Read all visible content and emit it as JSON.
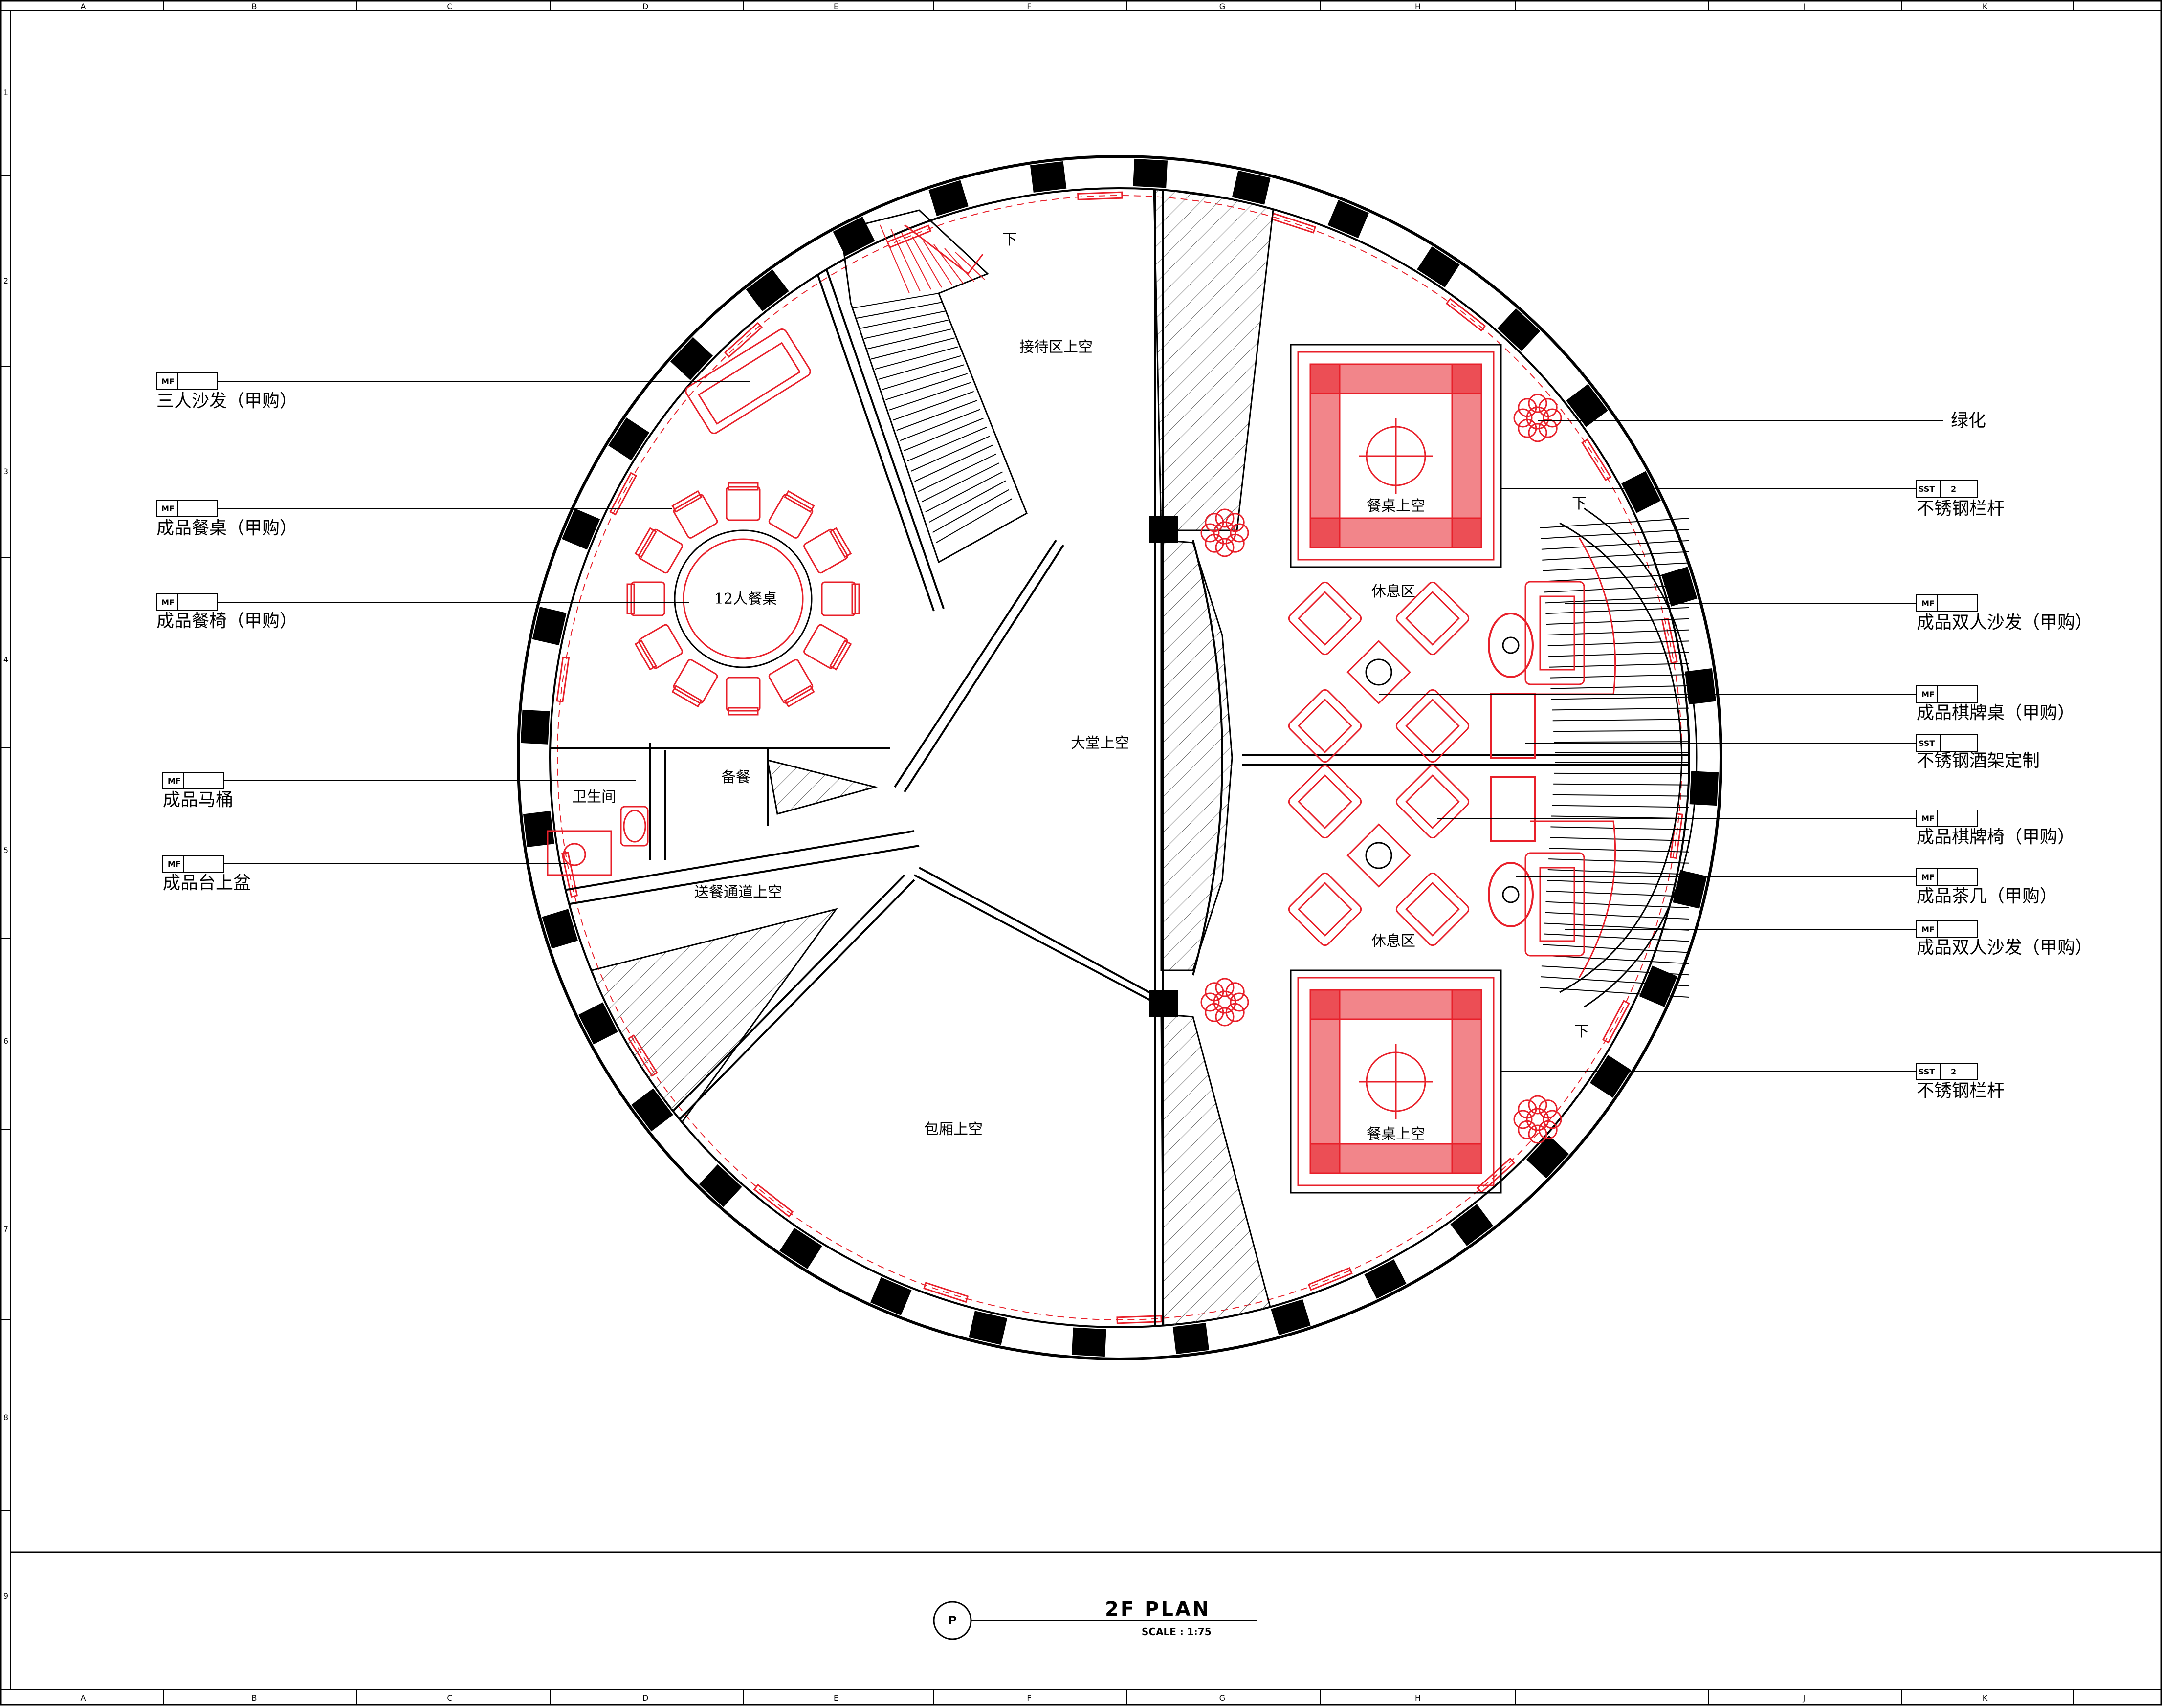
{
  "grid": {
    "columns": [
      "A",
      "B",
      "C",
      "D",
      "E",
      "F",
      "G",
      "H",
      "J",
      "K"
    ],
    "rows": [
      "1",
      "2",
      "3",
      "4",
      "5",
      "6",
      "7",
      "8",
      "9"
    ]
  },
  "rooms": {
    "reception_void": "接待区上空",
    "dining_12": "12人餐桌",
    "restroom": "卫生间",
    "pantry": "备餐",
    "lobby_void": "大堂上空",
    "corridor_void": "送餐通道上空",
    "private_room_void": "包厢上空",
    "dining_void_top": "餐桌上空",
    "dining_void_bottom": "餐桌上空",
    "lounge_top": "休息区",
    "lounge_bottom": "休息区",
    "stair_down_1": "下",
    "stair_down_2": "下",
    "stair_down_3": "下"
  },
  "callouts_left": [
    {
      "tag": "MF",
      "text": "三人沙发（甲购）"
    },
    {
      "tag": "MF",
      "text": "成品餐桌（甲购）"
    },
    {
      "tag": "MF",
      "text": "成品餐椅（甲购）"
    },
    {
      "tag": "MF",
      "text": "成品马桶"
    },
    {
      "tag": "MF",
      "text": "成品台上盆"
    }
  ],
  "callouts_right": [
    {
      "tag": "",
      "num": "",
      "text": "绿化"
    },
    {
      "tag": "SST",
      "num": "2",
      "text": "不锈钢栏杆"
    },
    {
      "tag": "MF",
      "num": "",
      "text": "成品双人沙发（甲购）"
    },
    {
      "tag": "MF",
      "num": "",
      "text": "成品棋牌桌（甲购）"
    },
    {
      "tag": "SST",
      "num": "",
      "text": "不锈钢酒架定制"
    },
    {
      "tag": "MF",
      "num": "",
      "text": "成品棋牌椅（甲购）"
    },
    {
      "tag": "MF",
      "num": "",
      "text": "成品茶几（甲购）"
    },
    {
      "tag": "MF",
      "num": "",
      "text": "成品双人沙发（甲购）"
    },
    {
      "tag": "SST",
      "num": "2",
      "text": "不锈钢栏杆"
    }
  ],
  "title_block": {
    "symbol": "P",
    "title": "2F PLAN",
    "scale": "SCALE :  1:75"
  },
  "colors": {
    "line": "#000000",
    "furniture": "#e8202a",
    "hatch": "#555555"
  }
}
